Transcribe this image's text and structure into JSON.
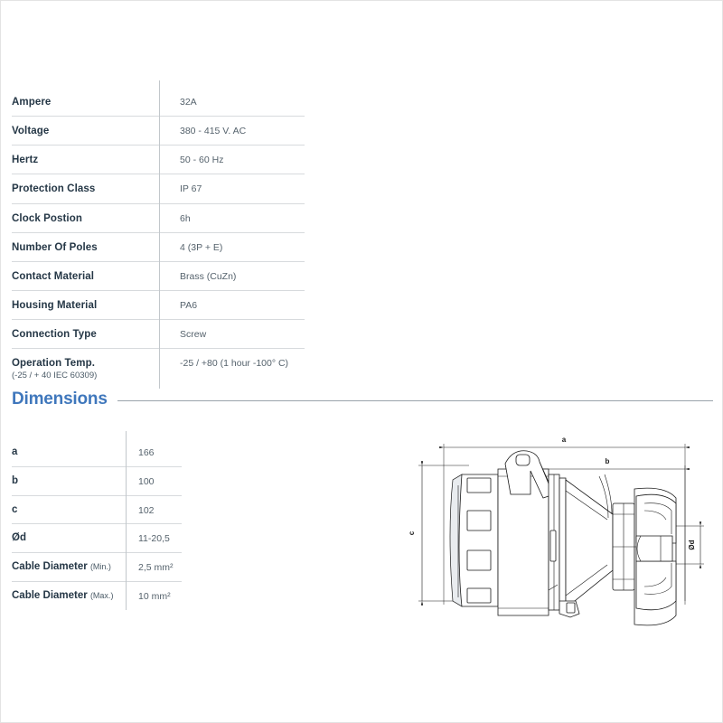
{
  "specifications": {
    "rows": [
      {
        "label": "Ampere",
        "sub": "",
        "value": "32A"
      },
      {
        "label": "Voltage",
        "sub": "",
        "value": "380 - 415 V. AC"
      },
      {
        "label": "Hertz",
        "sub": "",
        "value": "50 - 60 Hz"
      },
      {
        "label": "Protection Class",
        "sub": "",
        "value": "IP 67"
      },
      {
        "label": "Clock Postion",
        "sub": "",
        "value": "6h"
      },
      {
        "label": "Number Of Poles",
        "sub": "",
        "value": "4 (3P + E)"
      },
      {
        "label": "Contact Material",
        "sub": "",
        "value": "Brass (CuZn)"
      },
      {
        "label": "Housing Material",
        "sub": "",
        "value": "PA6"
      },
      {
        "label": "Connection Type",
        "sub": "",
        "value": "Screw"
      },
      {
        "label": "Operation Temp.",
        "sub": "(-25 / + 40 IEC 60309)",
        "value": "-25 / +80 (1 hour -100° C)"
      }
    ]
  },
  "dimensions_section": {
    "heading": "Dimensions",
    "rows": [
      {
        "label": "a",
        "qual": "",
        "value": "166"
      },
      {
        "label": "b",
        "qual": "",
        "value": "100"
      },
      {
        "label": "c",
        "qual": "",
        "value": "102"
      },
      {
        "label": "Ød",
        "qual": "",
        "value": "11-20,5"
      },
      {
        "label": "Cable Diameter",
        "qual": "(Min.)",
        "value": "2,5 mm²"
      },
      {
        "label": "Cable Diameter",
        "qual": "(Max.)",
        "value": "10 mm²"
      }
    ]
  },
  "drawing": {
    "callouts": {
      "a": "a",
      "b": "b",
      "c": "c",
      "d": "Ød"
    }
  },
  "colors": {
    "heading_blue": "#3f77bc",
    "label_dark": "#253746",
    "value_grey": "#55626c",
    "rule_grey": "#d7dadd",
    "drawing_line": "#1a1a1a"
  }
}
